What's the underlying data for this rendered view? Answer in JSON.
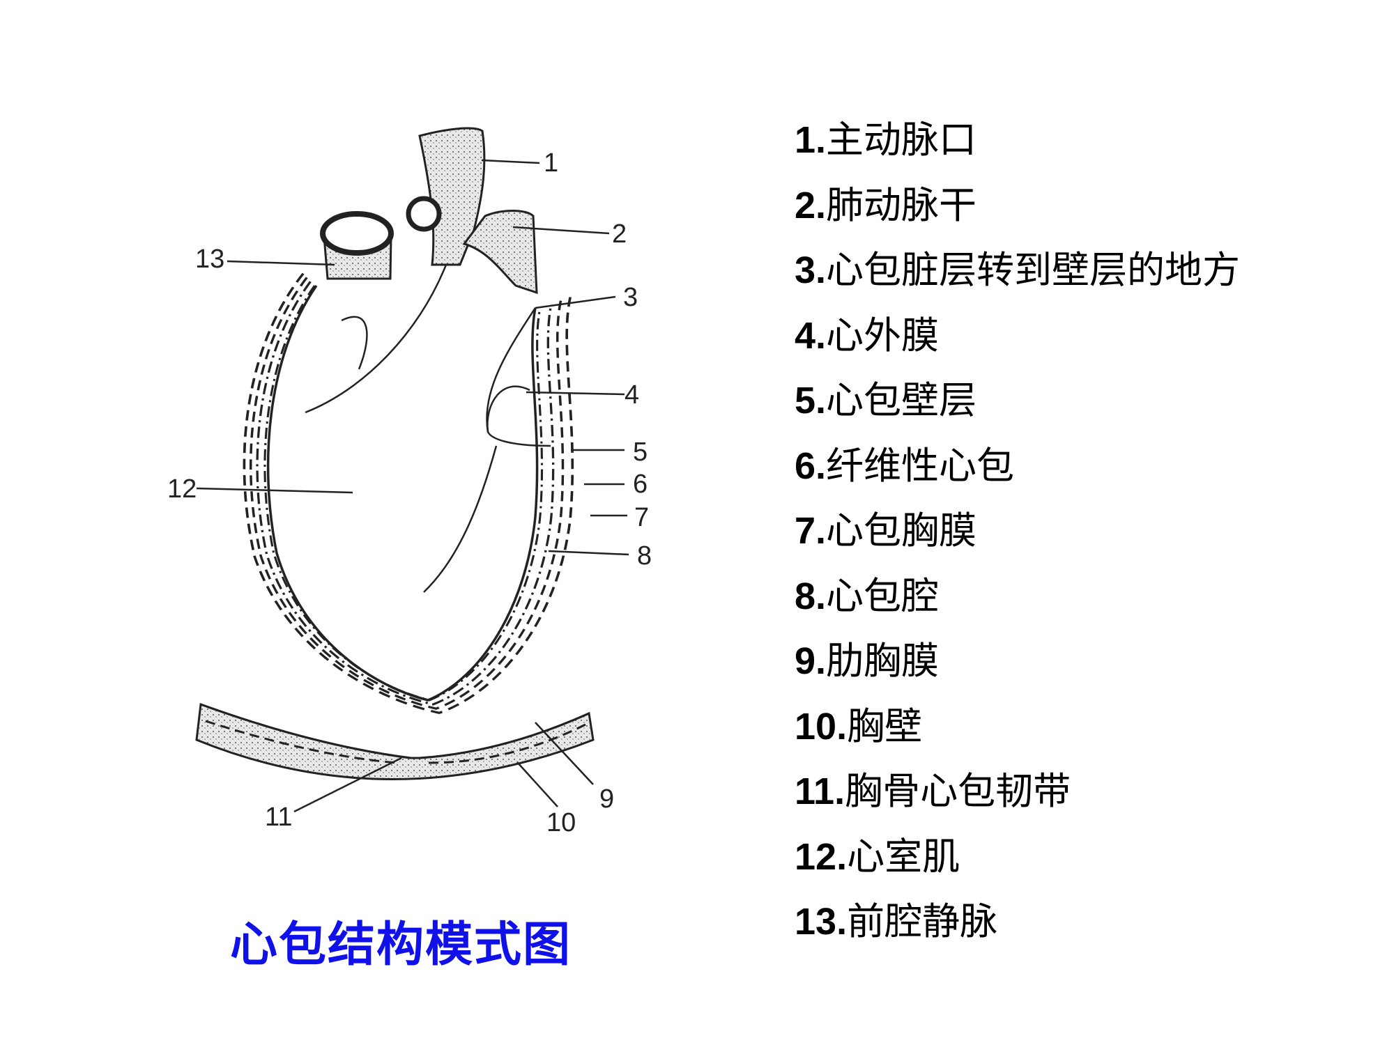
{
  "diagram": {
    "title": "心包结构模式图",
    "title_color": "#1010e8",
    "callouts": [
      "1",
      "2",
      "3",
      "4",
      "5",
      "6",
      "7",
      "8",
      "9",
      "10",
      "11",
      "12",
      "13"
    ]
  },
  "legend": [
    {
      "num": "1.",
      "text": "主动脉口"
    },
    {
      "num": "2.",
      "text": "肺动脉干"
    },
    {
      "num": "3.",
      "text": "心包脏层转到壁层的地方"
    },
    {
      "num": "4.",
      "text": "心外膜"
    },
    {
      "num": "5.",
      "text": "心包壁层"
    },
    {
      "num": "6.",
      "text": "纤维性心包"
    },
    {
      "num": "7.",
      "text": "心包胸膜"
    },
    {
      "num": "8.",
      "text": "心包腔"
    },
    {
      "num": "9.",
      "text": "肋胸膜"
    },
    {
      "num": "10.",
      "text": "胸壁"
    },
    {
      "num": "11.",
      "text": "胸骨心包韧带"
    },
    {
      "num": "12.",
      "text": "心室肌"
    },
    {
      "num": "13.",
      "text": "前腔静脉"
    }
  ]
}
